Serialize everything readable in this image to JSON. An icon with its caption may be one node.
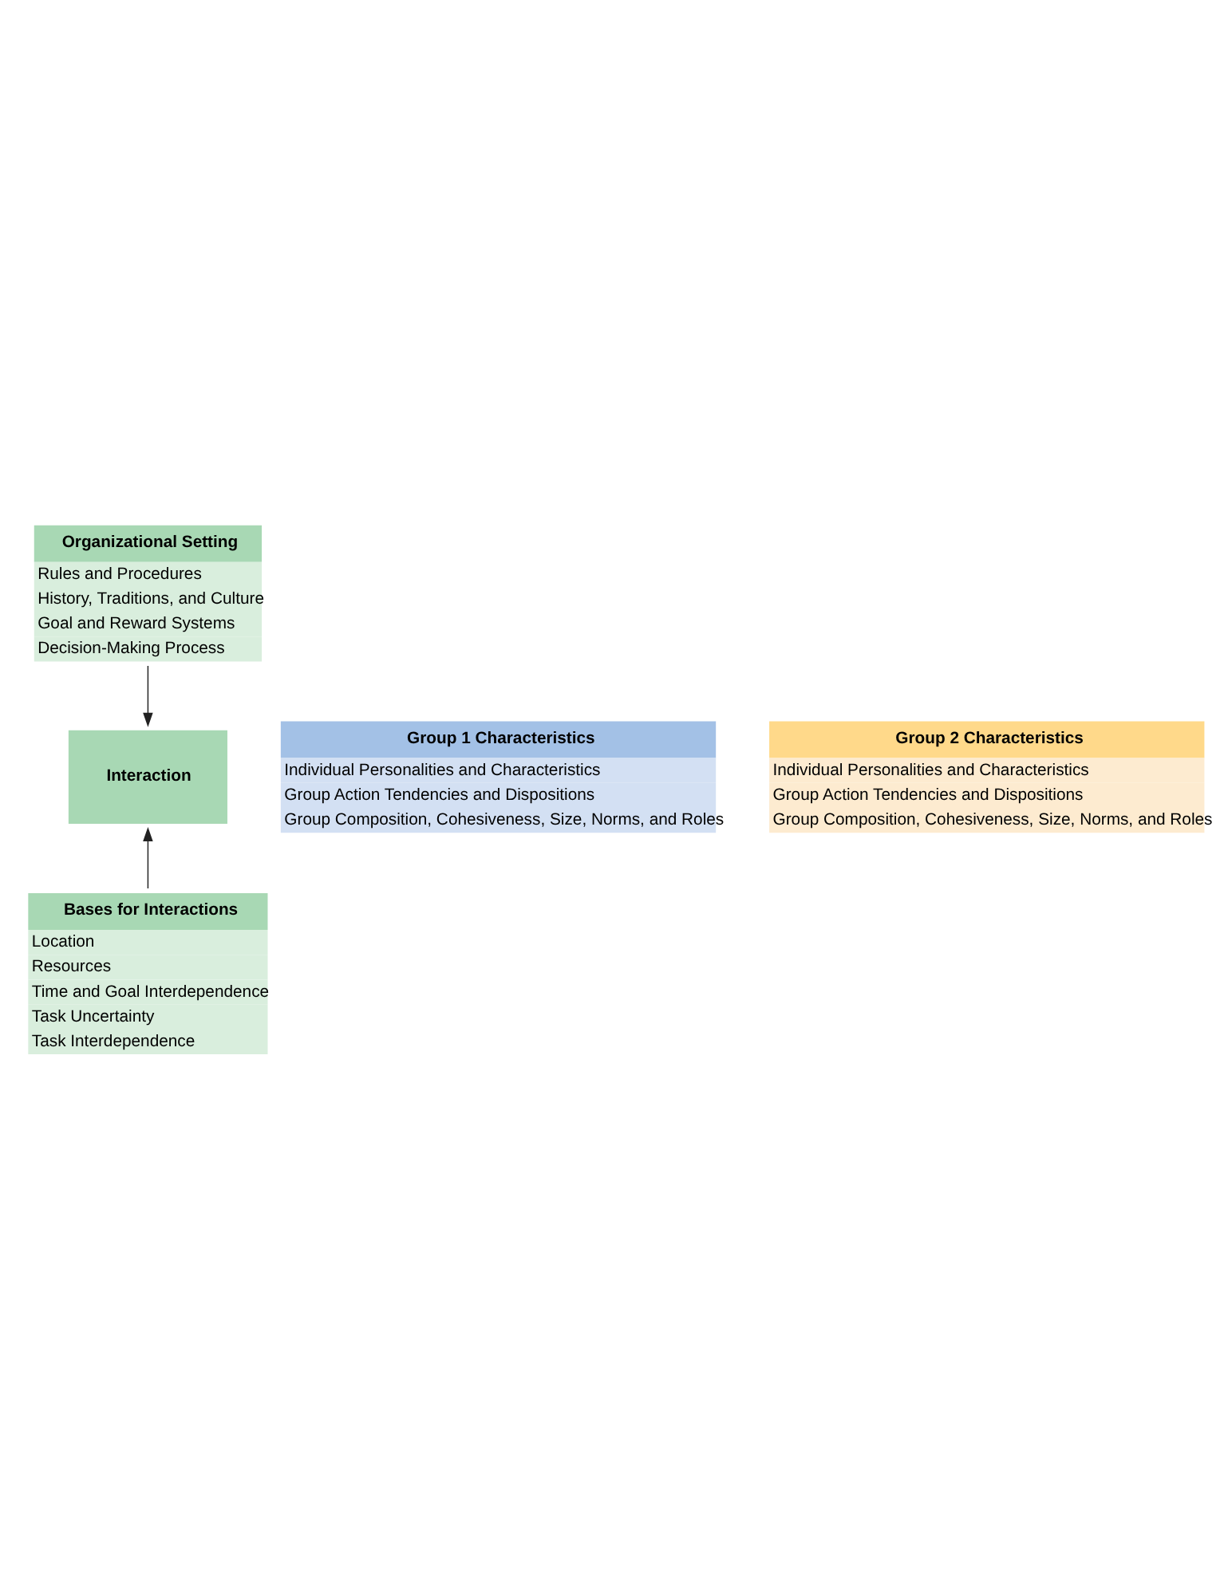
{
  "diagram": {
    "nodes": [
      {
        "text": [
          "Organizational Setting",
          "Rules and Procedures",
          "History, Traditions, and Culture",
          "Goal and Reward Systems",
          "Decision-Making Process"
        ]
      },
      {
        "text": [
          "Group 1 Characteristics",
          "Individual Personalities and Characteristics",
          "Group Action Tendencies and Dispositions",
          "Group Composition, Cohesiveness, Size, Norms, and Roles"
        ]
      },
      {
        "text": [
          "Interaction"
        ]
      },
      {
        "text": [
          "Group 2 Characteristics",
          "Individual Personalities and Characteristics",
          "Group Action Tendencies and Dispositions",
          "Group Composition, Cohesiveness, Size, Norms, and Roles"
        ]
      },
      {
        "text": [
          "Bases for Interactions",
          "Location",
          "Resources",
          "Time and Goal Interdependence",
          "Task Uncertainty",
          "Task Interdependence"
        ]
      }
    ],
    "edges": [
      {
        "from": 0,
        "to": 2,
        "arrow": "to"
      },
      {
        "from": 4,
        "to": 2,
        "arrow": "to"
      }
    ]
  }
}
